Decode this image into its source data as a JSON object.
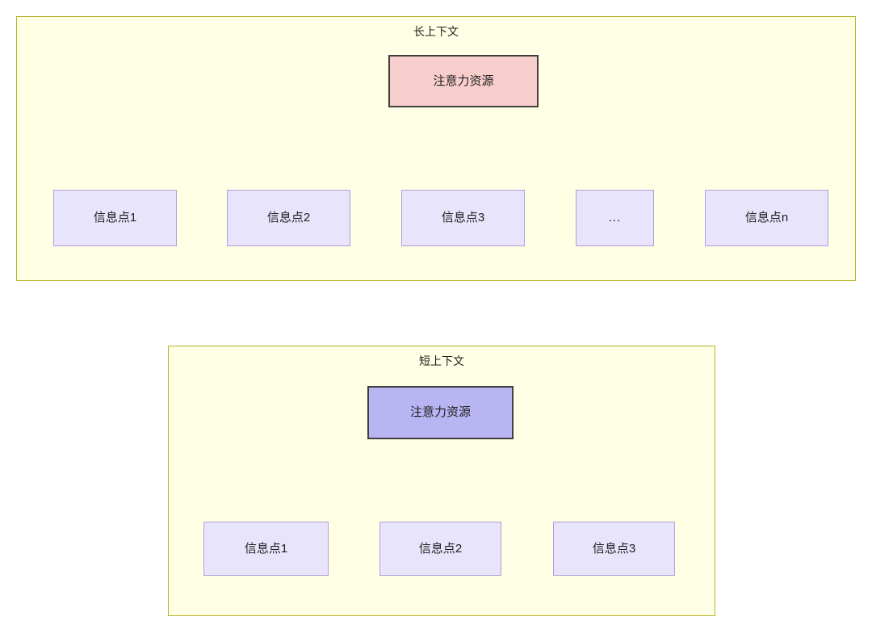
{
  "diagram": {
    "type": "flow",
    "background": "#ffffff",
    "groups": [
      {
        "id": "long",
        "title": "长上下文",
        "fill": "#ffffe6",
        "stroke": "#b7b12a",
        "root": {
          "label": "注意力资源",
          "fill": "#f8cecc",
          "stroke": "#3f3f3f"
        },
        "children": [
          {
            "label": "信息点1",
            "fill": "#e7e4fb",
            "stroke": "#b39ddb"
          },
          {
            "label": "信息点2",
            "fill": "#e7e4fb",
            "stroke": "#b39ddb"
          },
          {
            "label": "信息点3",
            "fill": "#e7e4fb",
            "stroke": "#b39ddb"
          },
          {
            "label": "...",
            "fill": "#e7e4fb",
            "stroke": "#b39ddb"
          },
          {
            "label": "信息点n",
            "fill": "#e7e4fb",
            "stroke": "#b39ddb"
          }
        ]
      },
      {
        "id": "short",
        "title": "短上下文",
        "fill": "#ffffe6",
        "stroke": "#b7b12a",
        "root": {
          "label": "注意力资源",
          "fill": "#b8b5f2",
          "stroke": "#3f3f3f"
        },
        "children": [
          {
            "label": "信息点1",
            "fill": "#e7e4fb",
            "stroke": "#b39ddb"
          },
          {
            "label": "信息点2",
            "fill": "#e7e4fb",
            "stroke": "#b39ddb"
          },
          {
            "label": "信息点3",
            "fill": "#e7e4fb",
            "stroke": "#b39ddb"
          }
        ]
      }
    ],
    "edge_color": "#3f3f3f"
  }
}
